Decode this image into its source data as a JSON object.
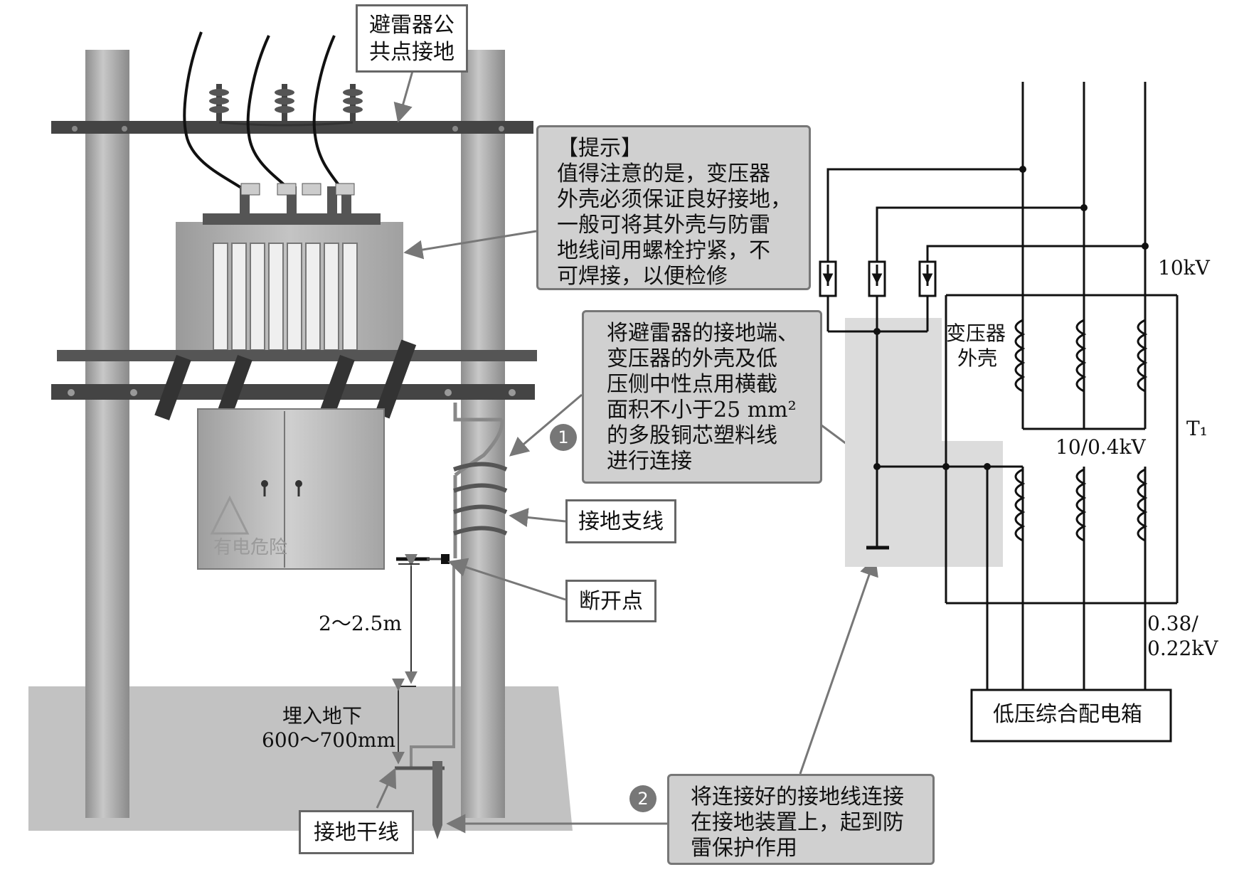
{
  "callouts": {
    "arrester_ground": [
      "避雷器公",
      "共点接地"
    ],
    "tip": [
      "【提示】",
      "值得注意的是，变压器",
      "外壳必须保证良好接地，",
      "一般可将其外壳与防雷",
      "地线间用螺栓拧紧，不",
      "可焊接，以便检修"
    ],
    "step1": [
      "将避雷器的接地端、",
      "变压器的外壳及低",
      "压侧中性点用横截",
      "面积不小于25 mm²",
      "的多股铜芯塑料线",
      "进行连接"
    ],
    "step2": [
      "将连接好的接地线连接",
      "在接地装置上，起到防",
      "雷保护作用"
    ],
    "branch_wire": "接地支线",
    "break_point": "断开点",
    "main_ground": "接地干线"
  },
  "badges": {
    "step1": "1",
    "step2": "2"
  },
  "dimensions": {
    "height_above": "2～2.5m",
    "buried": [
      "埋入地下",
      "600～700mm"
    ]
  },
  "cabinet_warning": "有电危险",
  "schematic": {
    "hv_label": "10kV",
    "shell_label": [
      "变压器",
      "外壳"
    ],
    "transformer_id": "T₁",
    "ratio_label": "10/0.4kV",
    "lv_label": [
      "0.38/",
      "0.22kV"
    ],
    "distribution_box": "低压综合配电箱"
  },
  "colors": {
    "ink": "#111111",
    "pole": "#a8a8a8",
    "callout_gray": "#d0d0d0",
    "shade": "#dcdcdc"
  }
}
